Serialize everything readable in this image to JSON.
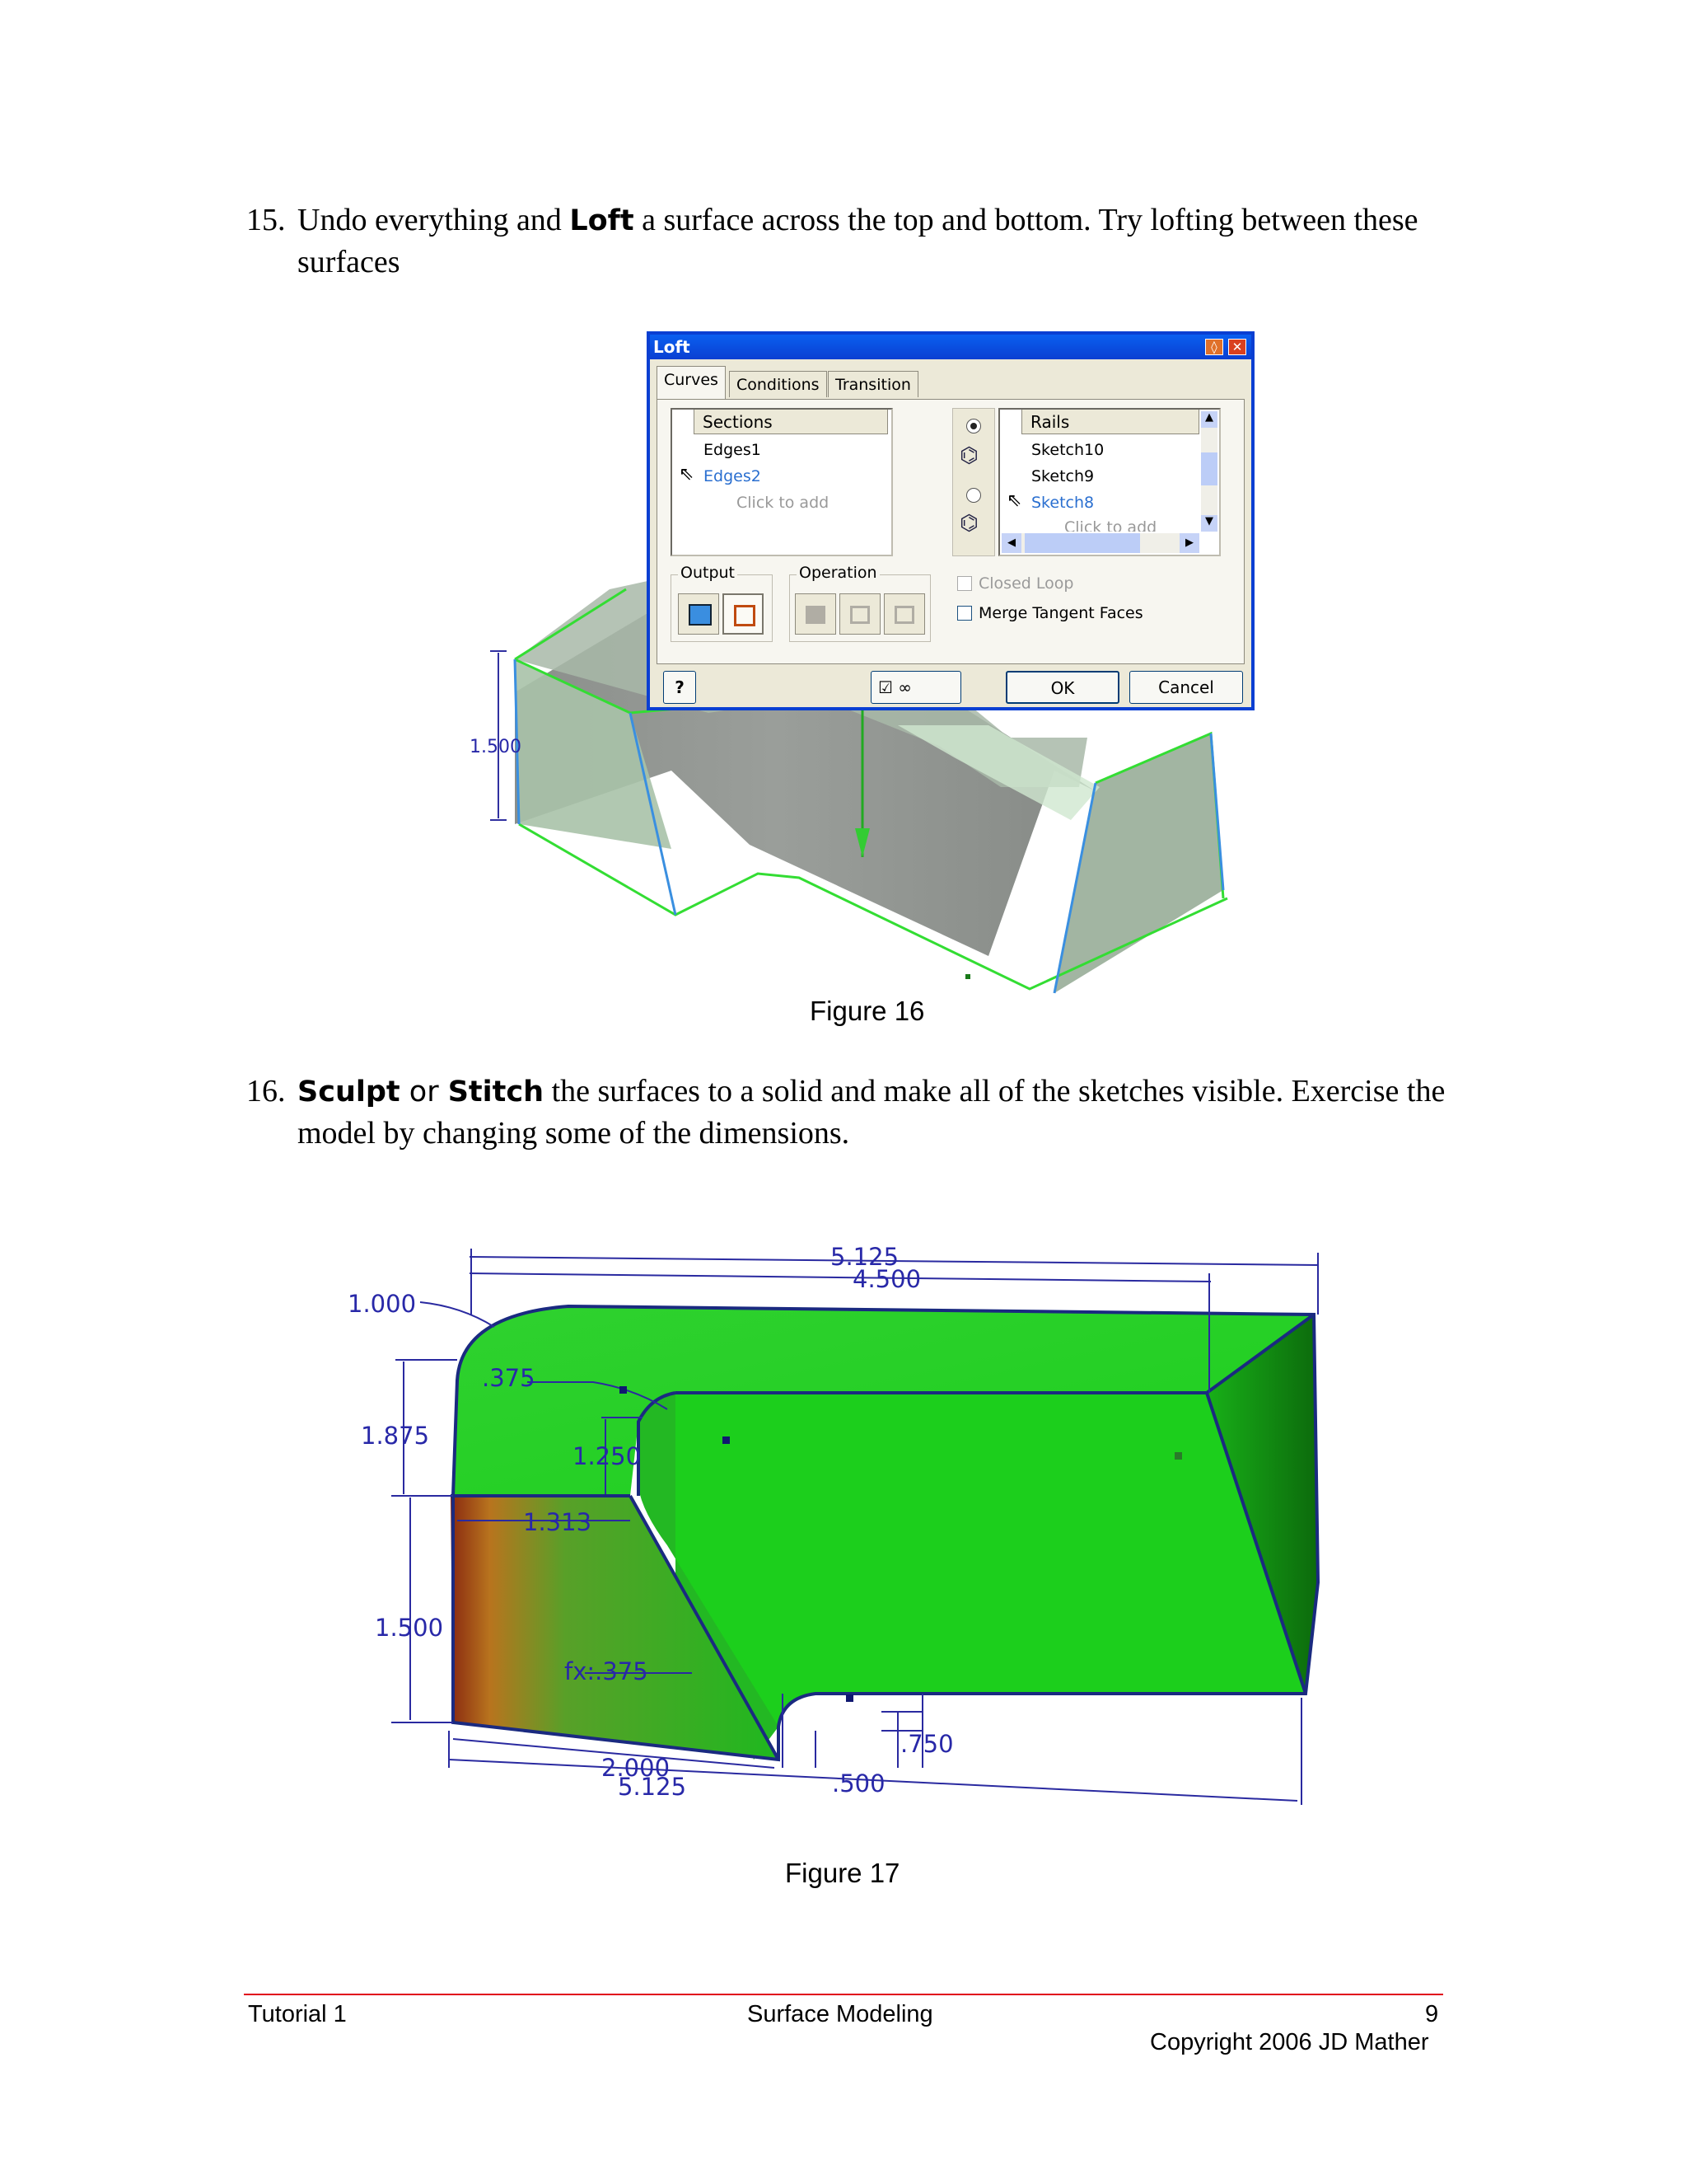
{
  "step15": {
    "number": "15.",
    "pre": "Undo everything and ",
    "bold": "Loft",
    "post": " a surface across the top and bottom.  Try lofting between these surfaces"
  },
  "figure16": {
    "caption": "Figure 16",
    "dim_label": "1.500",
    "dialog": {
      "title": "Loft",
      "tabs": [
        "Curves",
        "Conditions",
        "Transition"
      ],
      "sections_header": "Sections",
      "sections": [
        "Edges1",
        "Edges2",
        "Click to add"
      ],
      "rails_header": "Rails",
      "rails": [
        "Sketch10",
        "Sketch9",
        "Sketch8",
        "Click to add"
      ],
      "output_label": "Output",
      "operation_label": "Operation",
      "closed_loop": "Closed Loop",
      "merge_tangent": "Merge Tangent Faces",
      "ok": "OK",
      "cancel": "Cancel",
      "help": "?"
    }
  },
  "step16": {
    "number": "16.",
    "bold1": "Sculpt",
    "mid": " or ",
    "bold2": "Stitch",
    "post": " the surfaces to a solid and make all of the sketches visible.  Exercise the model by changing some of the dimensions."
  },
  "figure17": {
    "caption": "Figure 17",
    "dims": {
      "d5125_top": "5.125",
      "d4500": "4.500",
      "d1000": "1.000",
      "d375": ".375",
      "d1875": "1.875",
      "d1250": "1.250",
      "d1313": "1.313",
      "d1500": "1.500",
      "dfx375": "fx:.375",
      "d2000": "2.000",
      "d5125_bottom": "5.125",
      "d750": ".750",
      "d500": ".500"
    }
  },
  "footer": {
    "left": "Tutorial 1",
    "center": "Surface Modeling",
    "page": "9",
    "copyright": "Copyright 2006 JD Mather"
  }
}
